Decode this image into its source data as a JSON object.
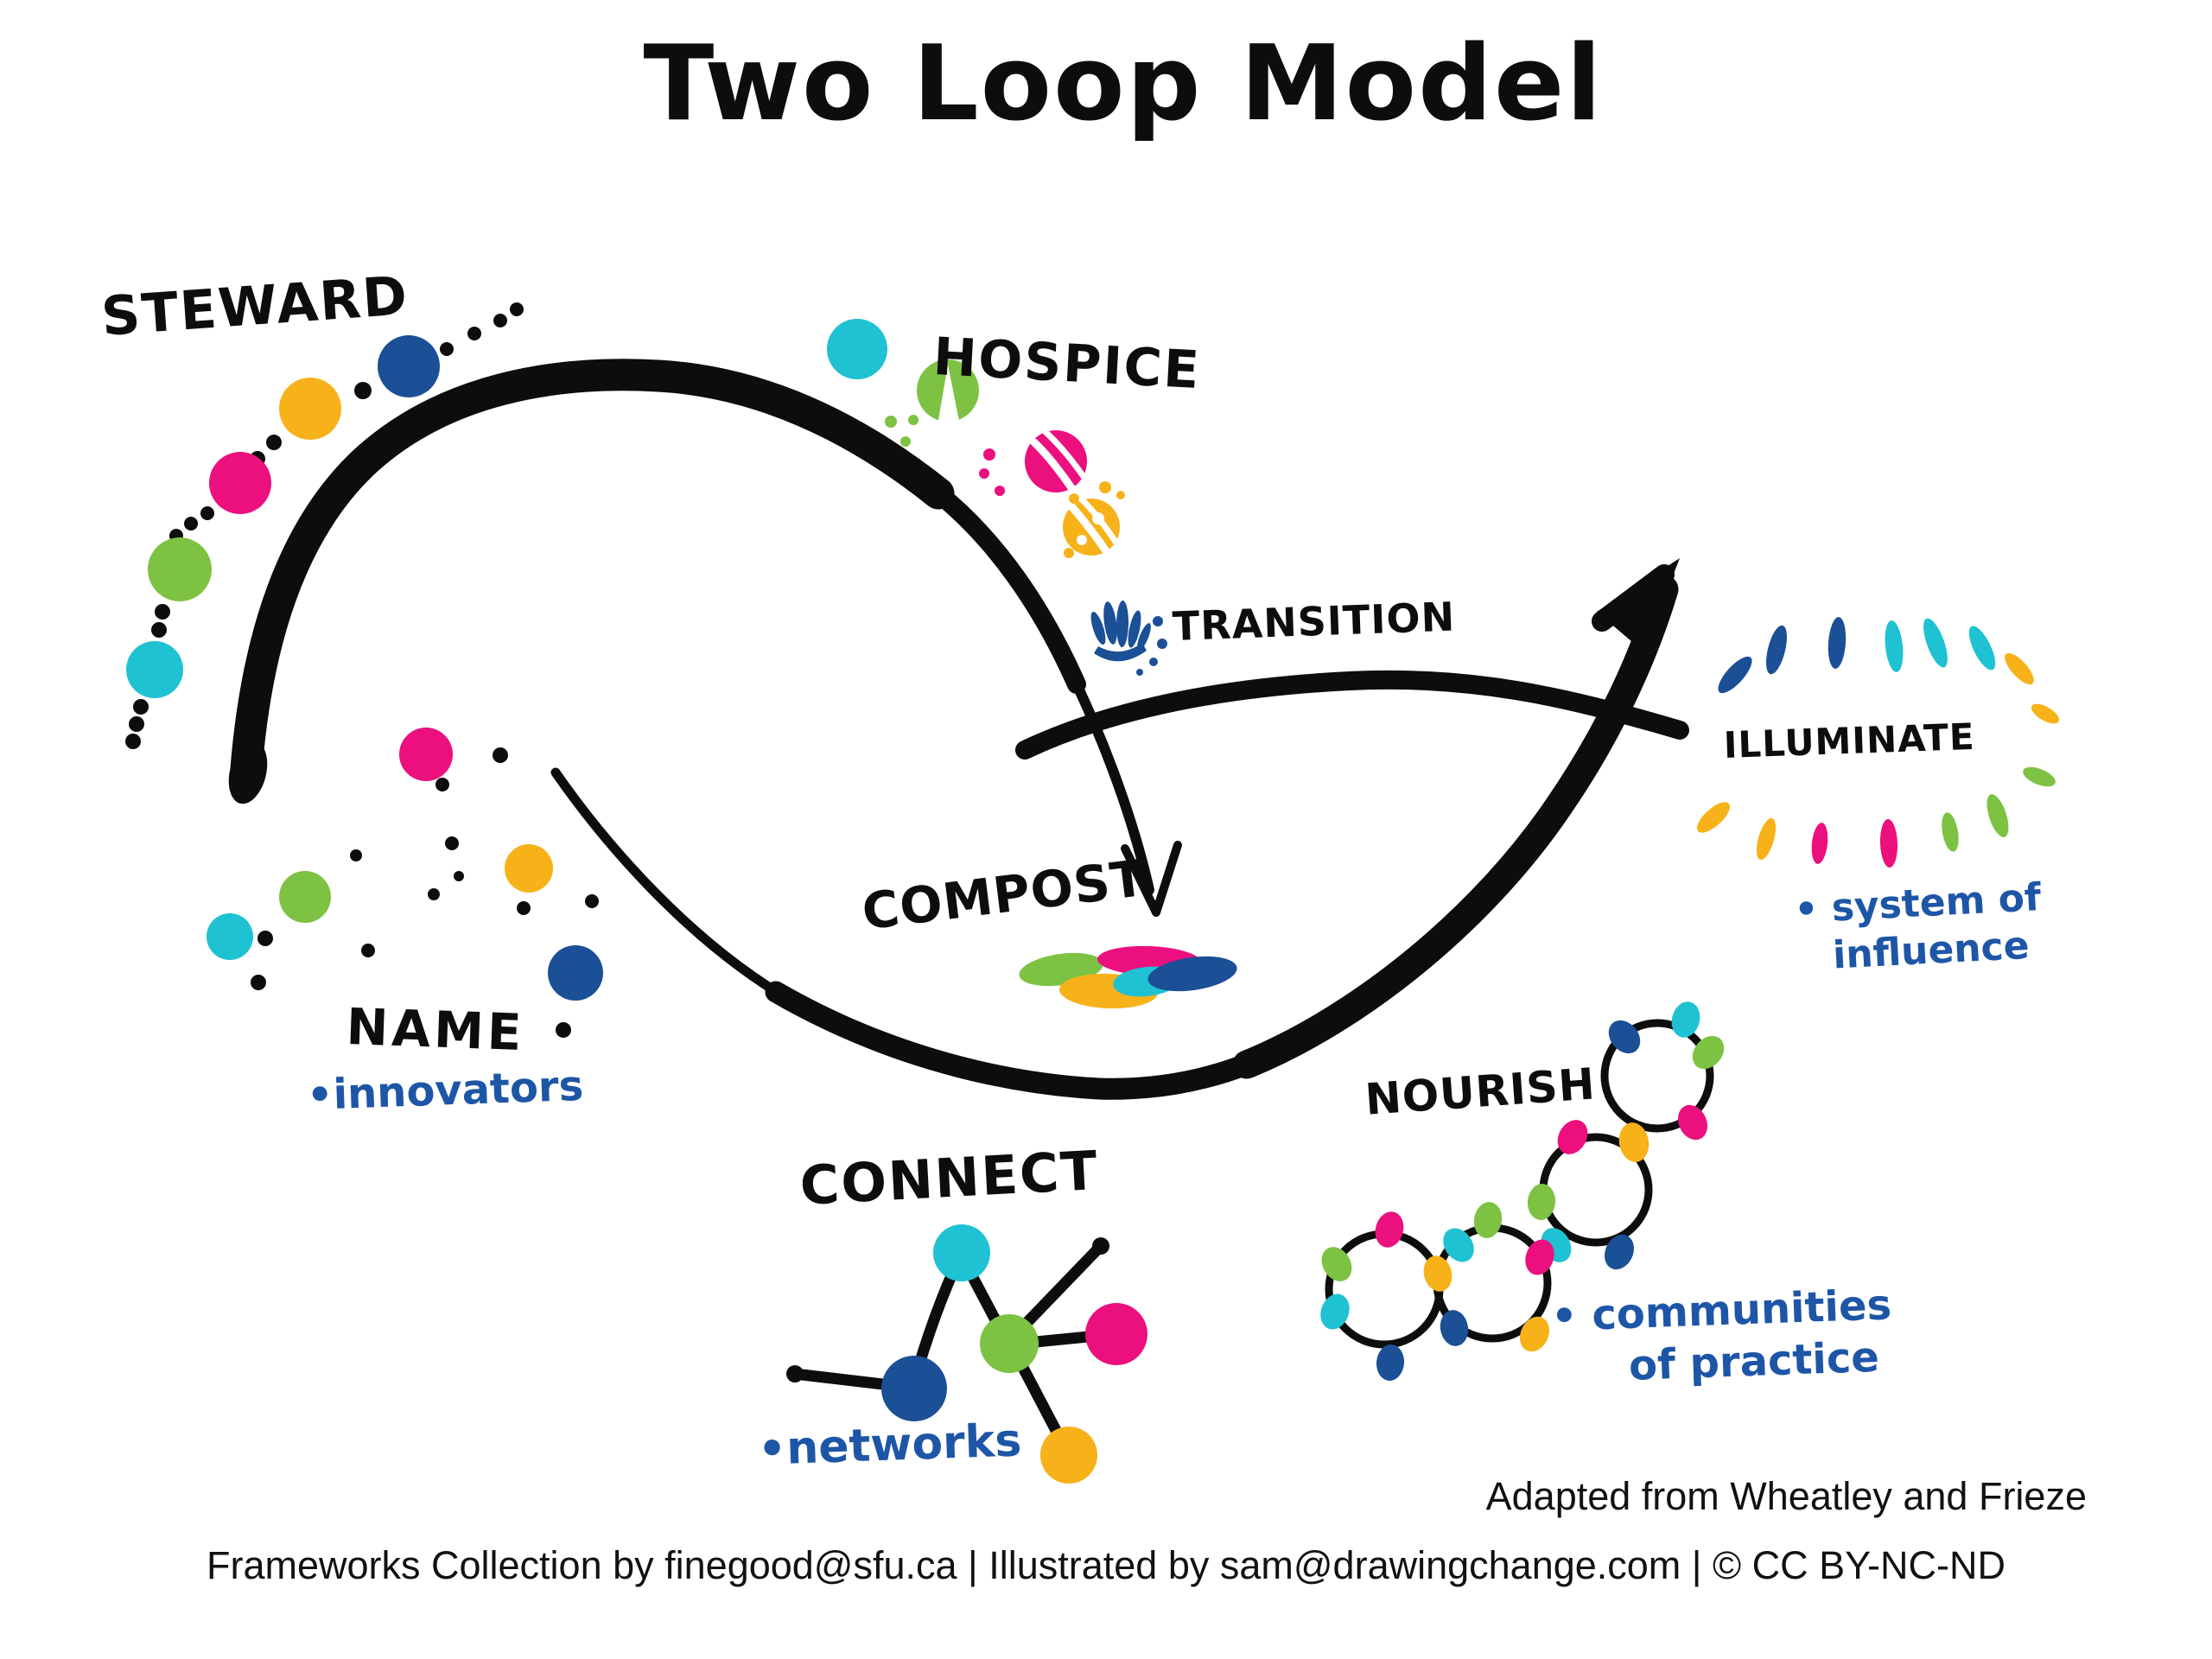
{
  "title": "Two Loop Model",
  "phases": {
    "steward": "STEWARD",
    "hospice": "HOSPICE",
    "transition": "TRANSITION",
    "illuminate": "ILLUMINATE",
    "compost": "COMPOST",
    "name": "NAME",
    "connect": "CONNECT",
    "nourish": "NOURISH"
  },
  "annotations": {
    "innovators": "•innovators",
    "networks": "•networks",
    "system_of_influence": {
      "line1": "• system of",
      "line2": "influence"
    },
    "communities_of_practice": {
      "line1": "• communities",
      "line2": "of practice"
    }
  },
  "credits": {
    "adapted_from": "Adapted from Wheatley and Frieze",
    "footer": "Frameworks Collection by finegood@sfu.ca | Illustrated by sam@drawingchange.com | © CC BY-NC-ND"
  },
  "colors": {
    "pink": "#EC0F7E",
    "yellow": "#F7B219",
    "green": "#7DC242",
    "cyan": "#1FC2D2",
    "navy": "#1B4F96",
    "ink_blue": "#1E56A7",
    "black": "#0D0D0D",
    "white": "#FFFFFF"
  }
}
